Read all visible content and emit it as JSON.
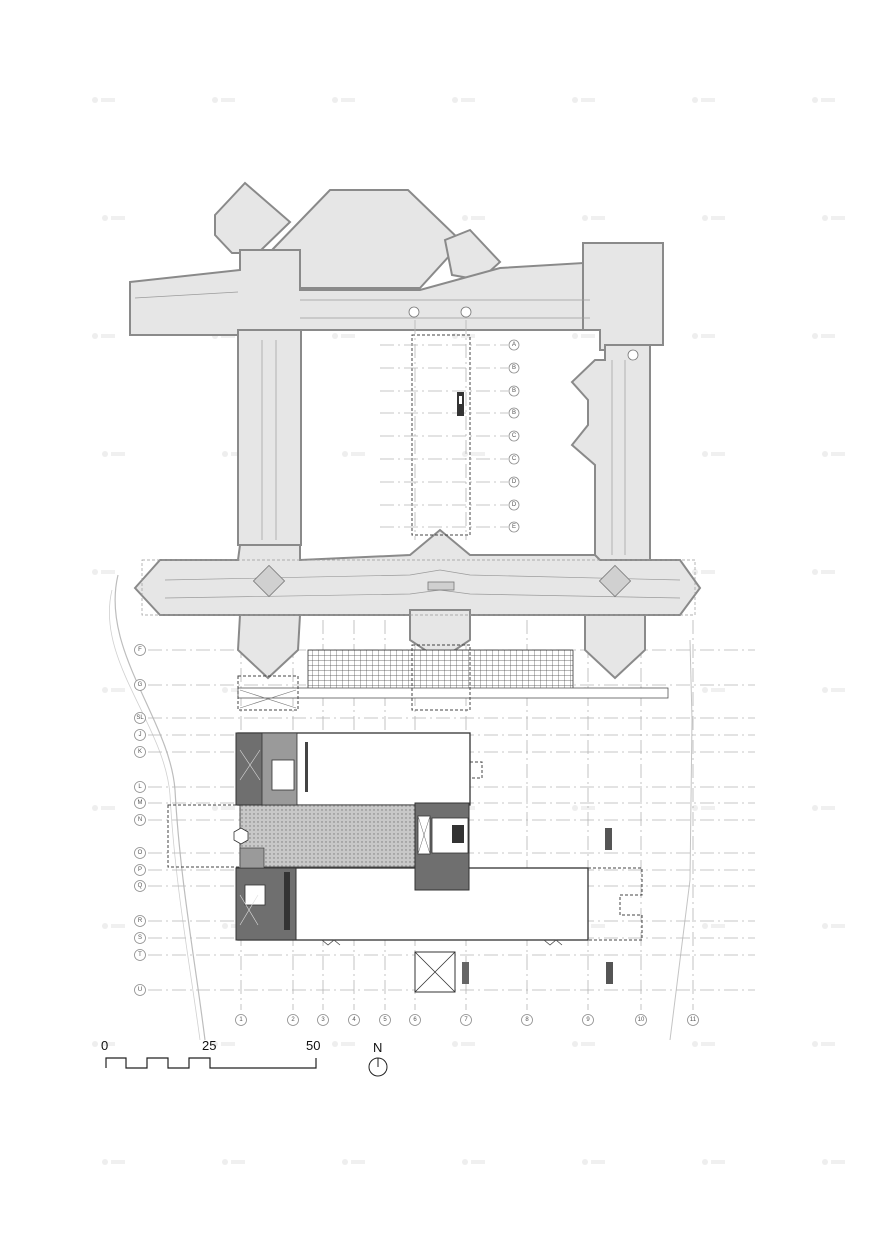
{
  "scale_bar": {
    "label_0": "0",
    "label_25": "25",
    "label_50": "50"
  },
  "north_arrow": {
    "label": "N"
  },
  "grid": {
    "row_labels": [
      "F",
      "G",
      "SL",
      "J",
      "K",
      "L",
      "M",
      "N",
      "O",
      "P",
      "Q",
      "R",
      "S",
      "T",
      "U"
    ],
    "column_labels": [
      "1",
      "2",
      "3",
      "4",
      "5",
      "6",
      "7",
      "8",
      "9",
      "10",
      "11"
    ],
    "courtyard_labels": [
      "A",
      "B",
      "B",
      "B",
      "C",
      "C",
      "D",
      "D",
      "E"
    ]
  },
  "colors": {
    "existing_building_fill": "#e6e6e6",
    "existing_building_stroke": "#8a8a8a",
    "new_core_fill": "#6f6f6f",
    "grid_line": "#b5b5b5"
  }
}
